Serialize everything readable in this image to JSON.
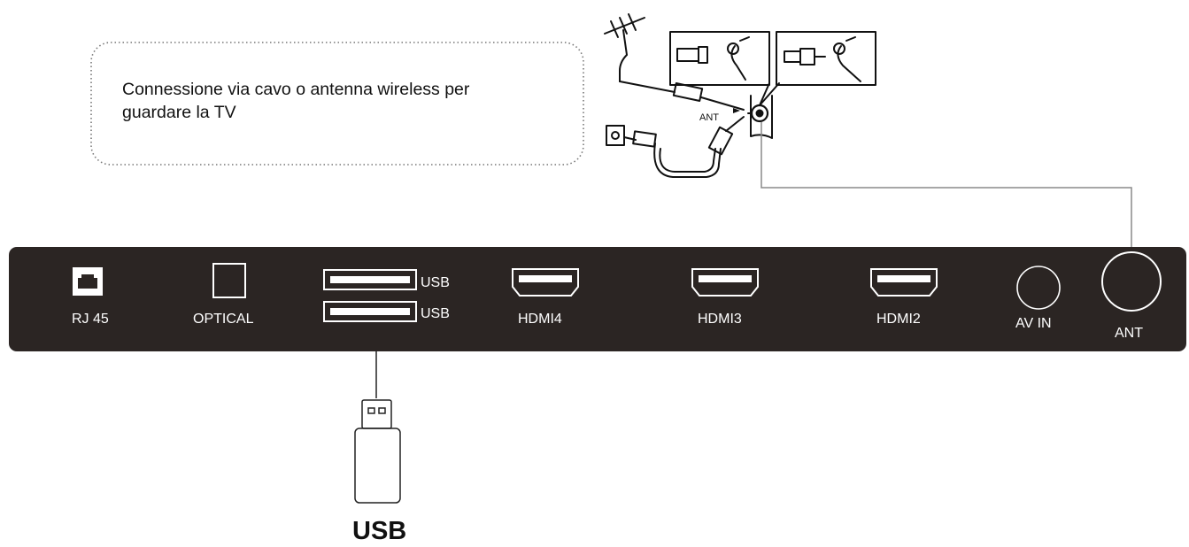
{
  "note": {
    "line1": "Connessione via cavo o antenna wireless per",
    "line2": " guardare la TV"
  },
  "inset": {
    "ant_label": "ANT"
  },
  "panel": {
    "ports": {
      "rj45": "RJ 45",
      "optical": "OPTICAL",
      "usb_top": "USB",
      "usb_bottom": "USB",
      "hdmi4": "HDMI4",
      "hdmi3": "HDMI3",
      "hdmi2": "HDMI2",
      "av_in": "AV IN",
      "ant": "ANT"
    }
  },
  "device": {
    "usb_label": "USB"
  },
  "colors": {
    "panel": "#2b2523",
    "port_outline": "#ffffff",
    "lines": "#8a8a8a",
    "ink": "#111111"
  }
}
